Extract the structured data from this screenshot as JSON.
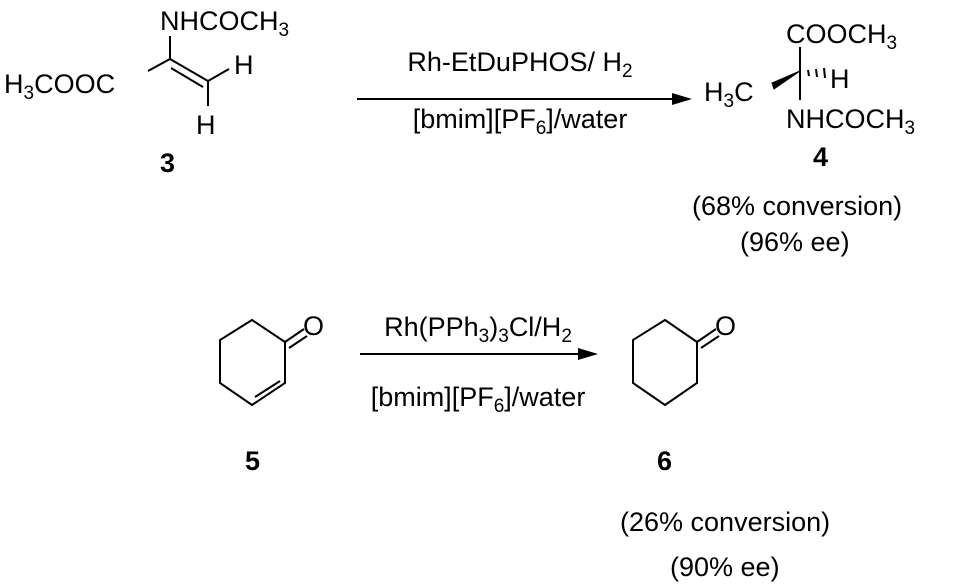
{
  "reaction1": {
    "reactant": {
      "label": "3",
      "top_group": "NHCOCH",
      "top_sub": "3",
      "left_pre": "H",
      "left_sub": "3",
      "left_group": "COOC",
      "h_upper": "H",
      "h_lower": "H"
    },
    "reagent_top": "Rh-EtDuPHOS/ H",
    "reagent_top_sub": "2",
    "reagent_bottom_pre": "[bmim][PF",
    "reagent_bottom_sub": "6",
    "reagent_bottom_post": "]/water",
    "product": {
      "label": "4",
      "top_group": "COOCH",
      "top_sub": "3",
      "left_pre": "H",
      "left_sub": "3",
      "left_group": "C",
      "h": "H",
      "bottom_group": "NHCOCH",
      "bottom_sub": "3"
    },
    "conversion": "(68% conversion)",
    "ee": "(96% ee)"
  },
  "reaction2": {
    "reactant": {
      "label": "5",
      "oxygen": "O"
    },
    "reagent_top_a": "Rh(PPh",
    "reagent_top_sub1": "3",
    "reagent_top_b": ")",
    "reagent_top_sub2": "3",
    "reagent_top_c": "Cl/H",
    "reagent_top_sub3": "2",
    "reagent_bottom_pre": "[bmim][PF",
    "reagent_bottom_sub": "6",
    "reagent_bottom_post": "]/water",
    "product": {
      "label": "6",
      "oxygen": "O"
    },
    "conversion": "(26% conversion)",
    "ee": "(90% ee)"
  }
}
